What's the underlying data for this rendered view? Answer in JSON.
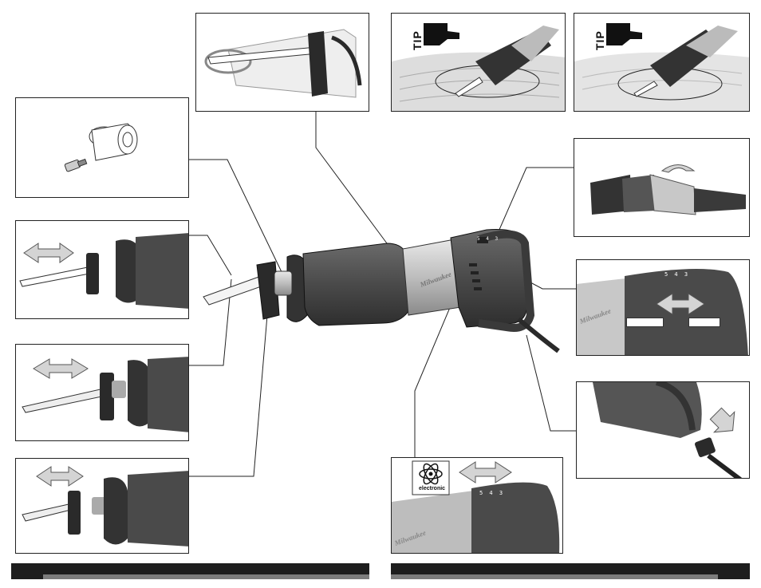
{
  "tip_labels": {
    "tip1": "TIP",
    "tip2": "TIP"
  },
  "speed_dial": {
    "panel_top": "5 4 3",
    "panel_bottom": "5 4 3",
    "main": "5 4 3"
  },
  "electronic_label": "electronic",
  "brand": "Milwaukee",
  "colors": {
    "footer": "#1e1e1e",
    "footer_stripe": "#7d7d7d",
    "tool_body": "#4a4a4a",
    "tool_dark": "#2a2a2a",
    "arrow_fill": "#d4d4d4"
  }
}
